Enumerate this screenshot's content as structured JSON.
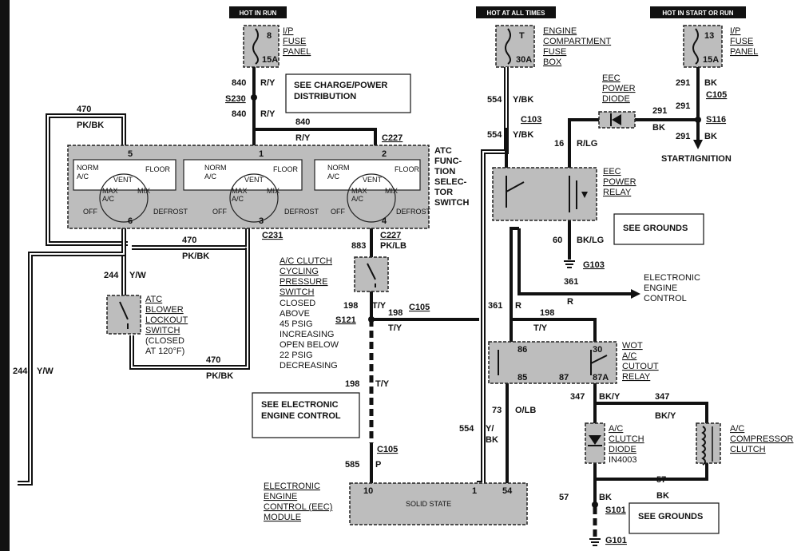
{
  "headers": {
    "hot_in_run": "HOT IN RUN",
    "hot_all_times": "HOT AT ALL TIMES",
    "hot_start_run": "HOT IN START OR RUN"
  },
  "fuses": {
    "ip_fuse_8": {
      "num": "8",
      "amp": "15A",
      "label": [
        "I/P",
        "FUSE",
        "PANEL"
      ]
    },
    "engine_fuse_t": {
      "num": "T",
      "amp": "30A",
      "label": [
        "ENGINE",
        "COMPARTMENT",
        "FUSE",
        "BOX"
      ]
    },
    "ip_fuse_13": {
      "num": "13",
      "amp": "15A",
      "label": [
        "I/P",
        "FUSE",
        "PANEL"
      ]
    }
  },
  "ref_boxes": {
    "charge_power": [
      "SEE CHARGE/POWER",
      "DISTRIBUTION"
    ],
    "grounds_top": [
      "SEE GROUNDS"
    ],
    "electronic_engine": [
      "SEE ELECTRONIC",
      "ENGINE CONTROL"
    ],
    "grounds_bottom": [
      "SEE GROUNDS"
    ]
  },
  "wires": {
    "w840a": "840",
    "ry_a": "R/Y",
    "s230": "S230",
    "w840b": "840",
    "ry_b": "R/Y",
    "w840c": "840",
    "ry_c": "R/Y",
    "c227a": "C227",
    "w470a": "470",
    "pkbk_a": "PK/BK",
    "w554a": "554",
    "ybk_a": "Y/BK",
    "c103": "C103",
    "w554b": "554",
    "ybk_b": "Y/BK",
    "w291a": "291",
    "bk_a": "BK",
    "c105a": "C105",
    "w291b": "291",
    "w291c": "291",
    "bk_c": "BK",
    "s116": "S116",
    "w291d": "291",
    "bk_d": "BK",
    "start_ign": "START/IGNITION",
    "w16": "16",
    "rlg": "R/LG",
    "w60": "60",
    "bklg": "BK/LG",
    "g103": "G103",
    "c231": "C231",
    "w470b": "470",
    "pkbk_b": "PK/BK",
    "c227b": "C227",
    "w883": "883",
    "pklb": "PK/LB",
    "w244a": "244",
    "yw_a": "Y/W",
    "w361a": "361",
    "r_a": "R",
    "w361b": "361",
    "r_b": "R",
    "w198a": "198",
    "ty_a": "T/Y",
    "c105b": "C105",
    "s121": "S121",
    "w198b": "198",
    "ty_b": "T/Y",
    "w198c": "198",
    "ty_c": "T/Y",
    "w470c": "470",
    "pkbk_c": "PK/BK",
    "w244b": "244",
    "yw_b": "Y/W",
    "w198d": "198",
    "ty_d": "T/Y",
    "w73": "73",
    "olb": "O/LB",
    "w347a": "347",
    "bky_a": "BK/Y",
    "w347b": "347",
    "bky_b": "BK/Y",
    "w554c": "554",
    "ybk_c1": "Y/",
    "ybk_c2": "BK",
    "c105c": "C105",
    "w585": "585",
    "p": "P",
    "w57a": "57",
    "bk_57a": "BK",
    "w57b": "57",
    "bk_57b": "BK",
    "s101": "S101",
    "g101": "G101"
  },
  "components": {
    "eec_power_diode": [
      "EEC",
      "POWER",
      "DIODE"
    ],
    "atc_switch": [
      "ATC",
      "FUNC-",
      "TION",
      "SELEC-",
      "TOR",
      "SWITCH"
    ],
    "eec_power_relay": [
      "EEC",
      "POWER",
      "RELAY"
    ],
    "electronic_engine_control": [
      "ELECTRONIC",
      "ENGINE",
      "CONTROL"
    ],
    "ac_clutch_switch": [
      "A/C CLUTCH",
      "CYCLING",
      "PRESSURE",
      "SWITCH"
    ],
    "ac_clutch_switch_note": [
      "CLOSED",
      "ABOVE",
      "45 PSIG",
      "INCREASING",
      "OPEN BELOW",
      "22 PSIG",
      "DECREASING"
    ],
    "atc_blower_lockout": [
      "ATC",
      "BLOWER",
      "LOCKOUT",
      "SWITCH"
    ],
    "atc_blower_note": [
      "(CLOSED",
      "AT 120°F)"
    ],
    "wot_relay": [
      "WOT",
      "A/C",
      "CUTOUT",
      "RELAY"
    ],
    "ac_clutch_diode": [
      "A/C",
      "CLUTCH",
      "DIODE",
      "IN4003"
    ],
    "ac_compressor": [
      "A/C",
      "COMPRESSOR",
      "CLUTCH"
    ],
    "eec_module": [
      "ELECTRONIC",
      "ENGINE",
      "CONTROL (EEC)",
      "MODULE"
    ],
    "solid_state": "SOLID STATE"
  },
  "atc_panels": [
    {
      "labels": [
        "NORM",
        "A/C",
        "VENT",
        "FLOOR",
        "MAX",
        "A/C",
        "MIX",
        "OFF",
        "DEFROST"
      ],
      "pin_top": "5",
      "pin_bottom": "6"
    },
    {
      "labels": [
        "NORM",
        "A/C",
        "VENT",
        "FLOOR",
        "MAX",
        "A/C",
        "MIX",
        "OFF",
        "DEFROST"
      ],
      "pin_top": "1",
      "pin_bottom": "3"
    },
    {
      "labels": [
        "NORM",
        "A/C",
        "VENT",
        "FLOOR",
        "MAX",
        "A/C",
        "MIX",
        "OFF",
        "DEFROST"
      ],
      "pin_top": "2",
      "pin_bottom": "4"
    }
  ],
  "relay_pins": {
    "p86": "86",
    "p85": "85",
    "p87": "87",
    "p87a": "87A",
    "p30": "30"
  },
  "eec_pins": {
    "p10": "10",
    "p1": "1",
    "p54": "54"
  }
}
